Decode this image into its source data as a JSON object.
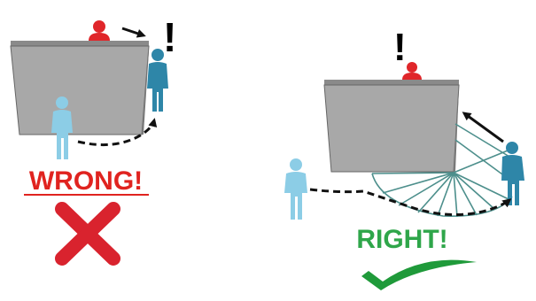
{
  "panels": {
    "wrong": {
      "label": "WRONG!",
      "exclamation": "!",
      "label_color": "#e0231f",
      "mark_color": "#d9232e",
      "mark": "cross-mark"
    },
    "right": {
      "label": "RIGHT!",
      "exclamation": "!",
      "label_color": "#2fa64a",
      "mark_color": "#1f9a3a",
      "mark": "check-mark"
    }
  },
  "colors": {
    "wall_front": "#a6a6a6",
    "wall_top": "#8e8e8e",
    "wall_edge": "#555555",
    "red_figure": "#e0262a",
    "blue_figure": "#2e86a8",
    "light_blue_figure": "#8ccde6",
    "path_line": "#111111",
    "sweep_lines": "#4d8f8c"
  }
}
